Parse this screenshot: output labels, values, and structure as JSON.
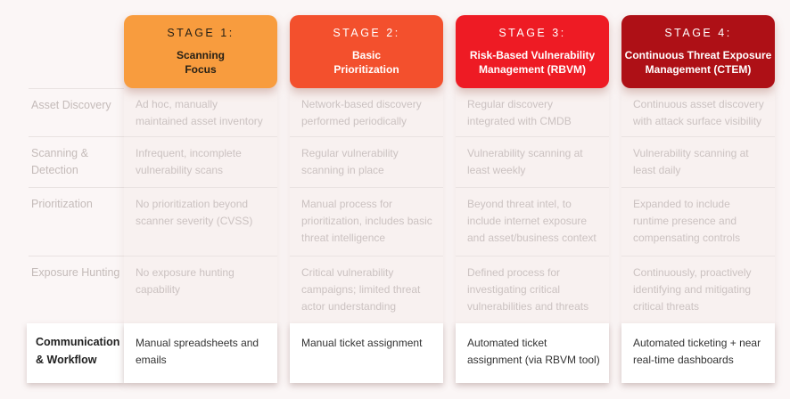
{
  "row_labels": [
    "Asset Discovery",
    "Scanning & Detection",
    "Prioritization",
    "Exposure Hunting",
    "Communication & Workflow"
  ],
  "stages": [
    {
      "title": "STAGE 1:",
      "subtitle_lines": [
        "Scanning",
        "Focus"
      ],
      "header_bg": "#F89C3E",
      "header_text_color": "#262016",
      "cells": [
        "Ad hoc, manually maintained asset inventory",
        "Infrequent, incomplete vulnerability scans",
        "No prioritization beyond scanner severity (CVSS)",
        "No exposure hunting capability",
        "Manual spreadsheets and emails"
      ]
    },
    {
      "title": "STAGE 2:",
      "subtitle_lines": [
        "Basic",
        "Prioritization"
      ],
      "header_bg": "#F3502D",
      "header_text_color": "#FFFFFF",
      "cells": [
        "Network-based discovery performed periodically",
        "Regular vulnerability scanning in place",
        "Manual process for prioritization, includes basic threat intelligence",
        "Critical vulnerability campaigns; limited threat actor understanding",
        "Manual ticket assignment"
      ]
    },
    {
      "title": "STAGE 3:",
      "subtitle_lines": [
        "Risk-Based Vulnerability",
        "Management (RBVM)"
      ],
      "header_bg": "#EE1B24",
      "header_text_color": "#FFFFFF",
      "cells": [
        "Regular discovery integrated with CMDB",
        "Vulnerability scanning at least weekly",
        "Beyond threat intel, to include internet exposure and asset/business context",
        "Defined process for investigating critical vulnerabilities and threats",
        "Automated ticket assignment (via RBVM tool)"
      ]
    },
    {
      "title": "STAGE 4:",
      "subtitle_lines": [
        "Continuous Threat Exposure",
        "Management (CTEM)"
      ],
      "header_bg": "#AE1016",
      "header_text_color": "#FFFFFF",
      "cells": [
        "Continuous asset discovery with attack surface visibility",
        "Vulnerability scanning at least daily",
        "Expanded to include runtime presence and compensating controls",
        "Continuously, proactively identifying and mitigating critical threats",
        "Automated ticketing + near real-time dashboards"
      ]
    }
  ]
}
